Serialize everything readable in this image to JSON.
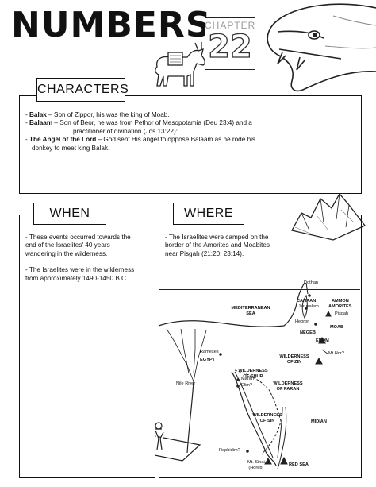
{
  "title": "NUMBERS",
  "chapter": {
    "label": "CHAPTER",
    "number": "22"
  },
  "characters": {
    "heading": "CHARACTERS",
    "items": [
      {
        "name": "Balak",
        "text": " – Son of Zippor, his was the king of Moab."
      },
      {
        "name": "Balaam",
        "text": " – Son of Beor, he was from Pethor of Mesopotamia (Deu 23:4) and a",
        "cont": "practitioner of divination (Jos 13:22):"
      },
      {
        "name": "The Angel of the Lord",
        "text": " – God sent His angel to oppose Balaam as he rode his",
        "cont": "donkey to meet king Balak."
      }
    ]
  },
  "when": {
    "heading": "WHEN",
    "p1": [
      "- These events occurred towards the",
      "end of the Israelites' 40 years",
      "wandering in the wilderness."
    ],
    "p2": [
      "- The Israelites were in the wilderness",
      "from approximately 1490-1450 B.C."
    ]
  },
  "where": {
    "heading": "WHERE",
    "p1": [
      "- The Israelites were camped on the",
      "border of the Amorites and Moabites",
      "near Pisgah (21:20; 23:14)."
    ]
  },
  "map": {
    "dothan": "Dothan",
    "mediterranean": [
      "MEDITERRANEAN",
      "SEA"
    ],
    "canaan": "CANAAN",
    "jerusalem": "Jerusalem",
    "ammon": "AMMON",
    "amorites": "AMORITES",
    "pisgah": "Pisgah",
    "hebron": "Hebron",
    "moab": "MOAB",
    "negeb": "NEGEB",
    "edom": "EDOM",
    "mthor": "Mt Hor?",
    "rameses": "Rameses",
    "egypt": "EGYPT",
    "zin": [
      "WILDERNESS",
      "OF ZIN"
    ],
    "shur": [
      "WILDERNESS",
      "OF SHUR"
    ],
    "paran": [
      "WILDERNESS",
      "OF PARAN"
    ],
    "nile": "Nile River",
    "marah": "Marah?",
    "elim": "Elim?",
    "sin": [
      "WILDERNESS",
      "OF SIN"
    ],
    "midian": "MIDIAN",
    "rephidim": "Rephidim?",
    "sinai": [
      "Mt. Sinai",
      "(Horeb)"
    ],
    "redsea": "RED SEA"
  }
}
